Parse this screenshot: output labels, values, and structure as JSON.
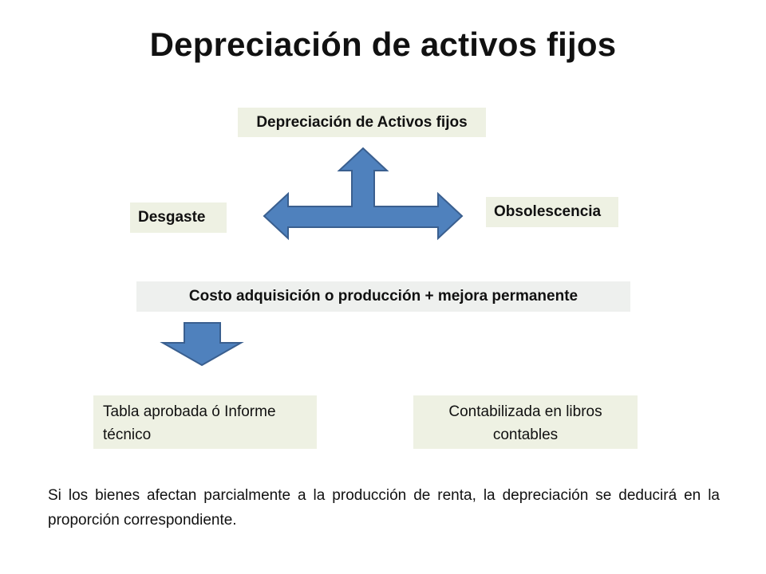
{
  "slide": {
    "title": "Depreciación de activos fijos"
  },
  "diagram": {
    "main_box": "Depreciación de Activos fijos",
    "left_box": "Desgaste",
    "right_box": "Obsolescencia",
    "cost_box": "Costo adquisición o producción + mejora permanente",
    "bottom_left_box": "Tabla aprobada ó Informe técnico",
    "bottom_right_box": "Contabilizada en libros contables"
  },
  "footnote": "Si los bienes afectan parcialmente a la producción de renta, la depreciación se deducirá en la proporción correspondiente.",
  "colors": {
    "box_fill": "#eef1e3",
    "arrow_fill": "#4f81bd",
    "arrow_stroke": "#3a5f8f"
  },
  "icons": {
    "tri_arrow": "t-shaped three-way arrow (up, left, right)",
    "down_arrow": "block arrow pointing down"
  }
}
